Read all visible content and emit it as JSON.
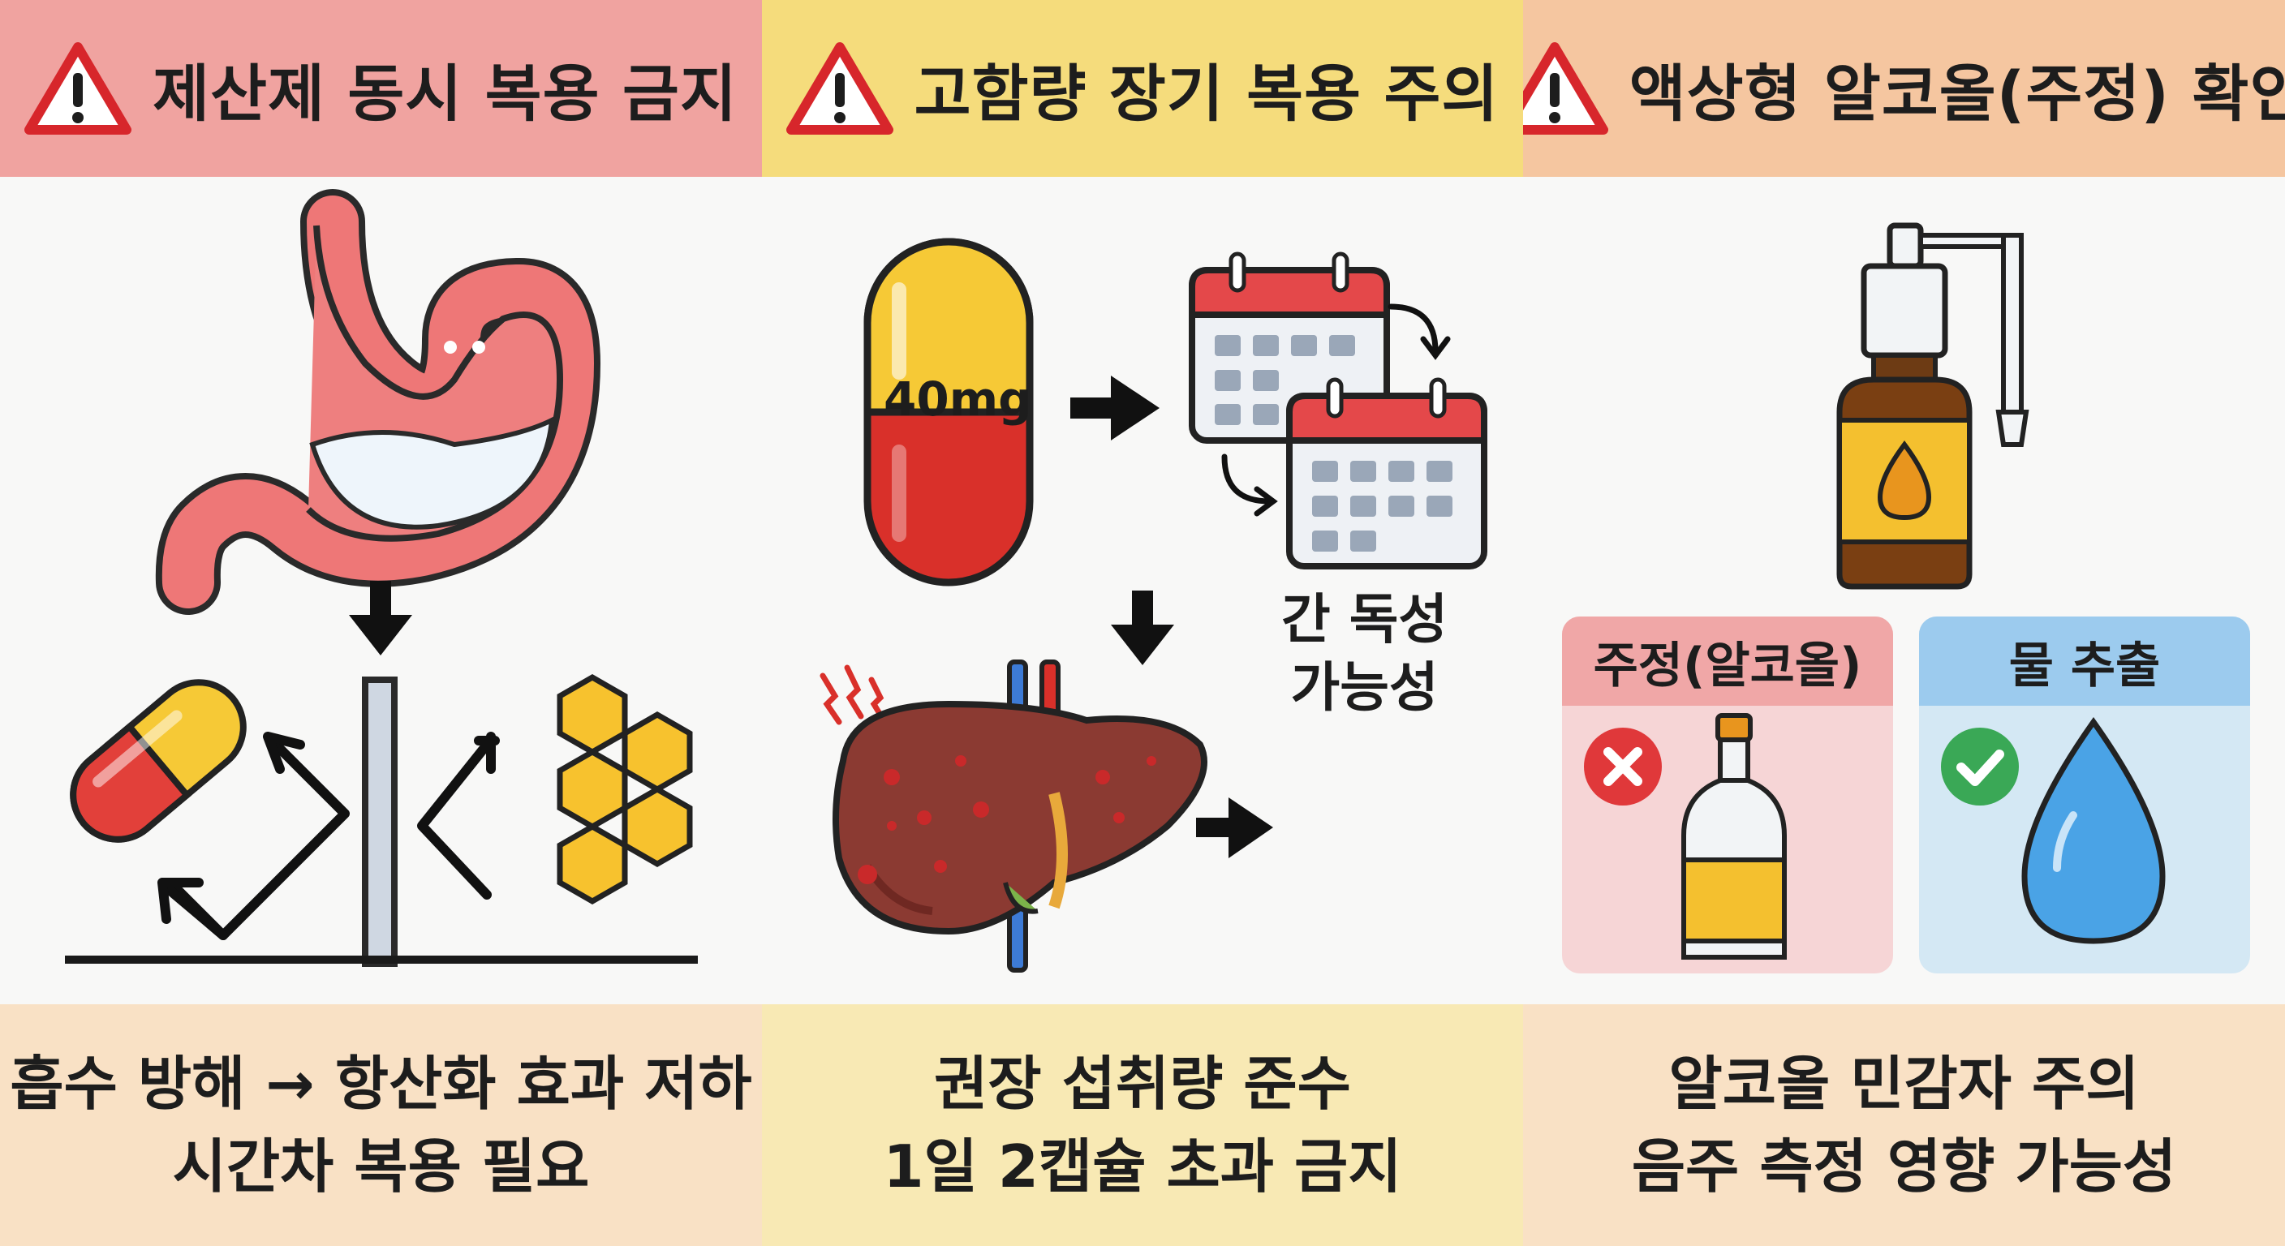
{
  "panels": [
    {
      "title": "제산제 동시 복용 금지",
      "footer": [
        "흡수 방해 → 항산화 효과 저하",
        "시간차 복용 필요"
      ]
    },
    {
      "title": "고함량 장기 복용 주의",
      "capsule_label": "40mg",
      "outcome_lines": [
        "간 독성",
        "가능성"
      ],
      "footer": [
        "권장 섭취량 준수",
        "1일 2캡슐 초과 금지"
      ]
    },
    {
      "title": "액상형 알코올(주정) 확인",
      "cards": [
        {
          "label": "주정(알코올)",
          "status": "x-icon"
        },
        {
          "label": "물 추출",
          "status": "check-icon"
        }
      ],
      "footer": [
        "알코올 민감자 주의",
        "음주 측정 영향 가능성"
      ]
    }
  ],
  "colors": {
    "header_red": "#f0a3a0",
    "header_yellow": "#f5dc7c",
    "header_peach": "#f5c6a0",
    "warning_red": "#d7262b",
    "capsule_yellow": "#f6c936",
    "capsule_red": "#d9302a"
  }
}
